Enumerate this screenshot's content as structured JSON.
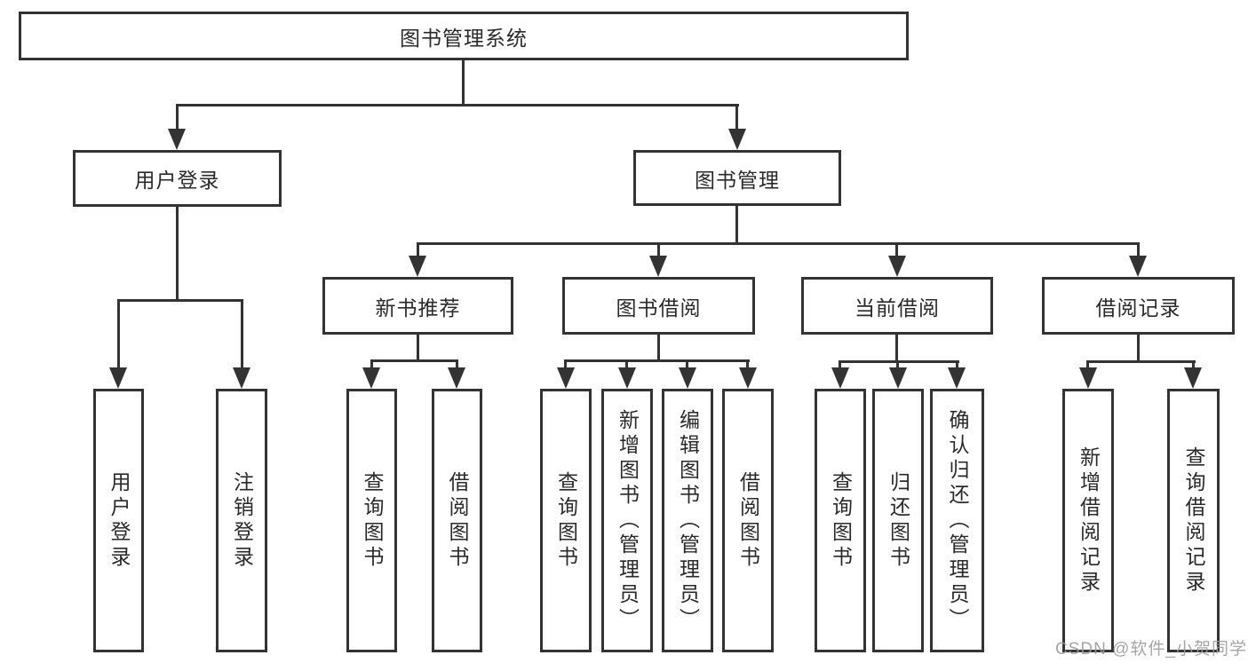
{
  "diagram_title": "图书管理系统",
  "colors": {
    "line": "#333333",
    "text": "#2a2a2a",
    "watermark": "#9c9c9c",
    "background": "#ffffff"
  },
  "tree": {
    "label": "图书管理系统",
    "children": [
      {
        "label": "用户登录",
        "children": [
          {
            "label": "用户登录"
          },
          {
            "label": "注销登录"
          }
        ]
      },
      {
        "label": "图书管理",
        "children": [
          {
            "label": "新书推荐",
            "children": [
              {
                "label": "查询图书"
              },
              {
                "label": "借阅图书"
              }
            ]
          },
          {
            "label": "图书借阅",
            "children": [
              {
                "label": "查询图书"
              },
              {
                "label": "新增图书（管理员）"
              },
              {
                "label": "编辑图书（管理员）"
              },
              {
                "label": "借阅图书"
              }
            ]
          },
          {
            "label": "当前借阅",
            "children": [
              {
                "label": "查询图书"
              },
              {
                "label": "归还图书"
              },
              {
                "label": "确认归还（管理员）"
              }
            ]
          },
          {
            "label": "借阅记录",
            "children": [
              {
                "label": "新增借阅记录"
              },
              {
                "label": "查询借阅记录"
              }
            ]
          }
        ]
      }
    ]
  },
  "watermark": {
    "text": "CSDN @软件_小贺同学"
  }
}
